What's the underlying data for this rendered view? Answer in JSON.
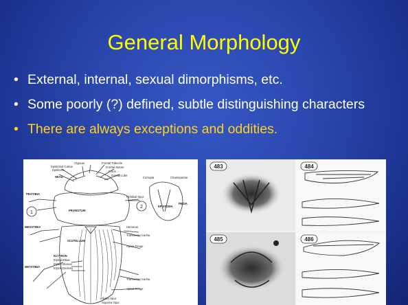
{
  "slide": {
    "title": "General Morphology",
    "bullets": [
      "External, internal, sexual dimorphisms, etc.",
      "Some poorly (?) defined, subtle distinguishing characters",
      "There are always exceptions and oddities."
    ],
    "bullet_glyph": "•",
    "colors": {
      "title": "#ffff00",
      "bullet": "#ffffff",
      "highlight": "#ffd21f",
      "background": "#2a47ad"
    }
  },
  "figure_left": {
    "numbers": [
      "1",
      "2"
    ],
    "labels": {
      "clypeus": "Clypeus",
      "epistomal_carina": "Epistomal Carina",
      "epistome": "Epistome",
      "frontal_tubercle": "Frontal Tubercle",
      "frontal_suture": "Frontal Suture",
      "frons": "Frons",
      "frontal_lobe": "Frontal Lobe",
      "head": "HEAD",
      "protibial_spur": "Protibial Spur",
      "protibia": "PROTIBIA",
      "pronotum": "PRONOTUM",
      "corrupta": "Corrupta",
      "chaetopariae": "Chaetopariae",
      "epistoma": "EPISTOMA",
      "pygidia": "PEDIA",
      "humerus": "Humerus",
      "transverse_carina": "Transverse Carina",
      "apical_fringe": "Apical Fringe",
      "mesotibia": "MESOTIBIA",
      "scutellum": "SCUTELLUM",
      "elytron": "ELYTRON",
      "elytral_striae": "Elytral Striae",
      "elytral_interval": "Elytral Interval",
      "elytral_declivity": "Elytral Declivity",
      "metatibia": "METATIBIA",
      "transverse_carina_2": "Transverse Carina",
      "apical_fringe_2": "Apical Fringe",
      "inferior_spur": "Inferior Spur",
      "superior_spur": "Superior Spur"
    }
  },
  "figure_right": {
    "numbers": [
      "483",
      "484",
      "485",
      "486"
    ]
  }
}
